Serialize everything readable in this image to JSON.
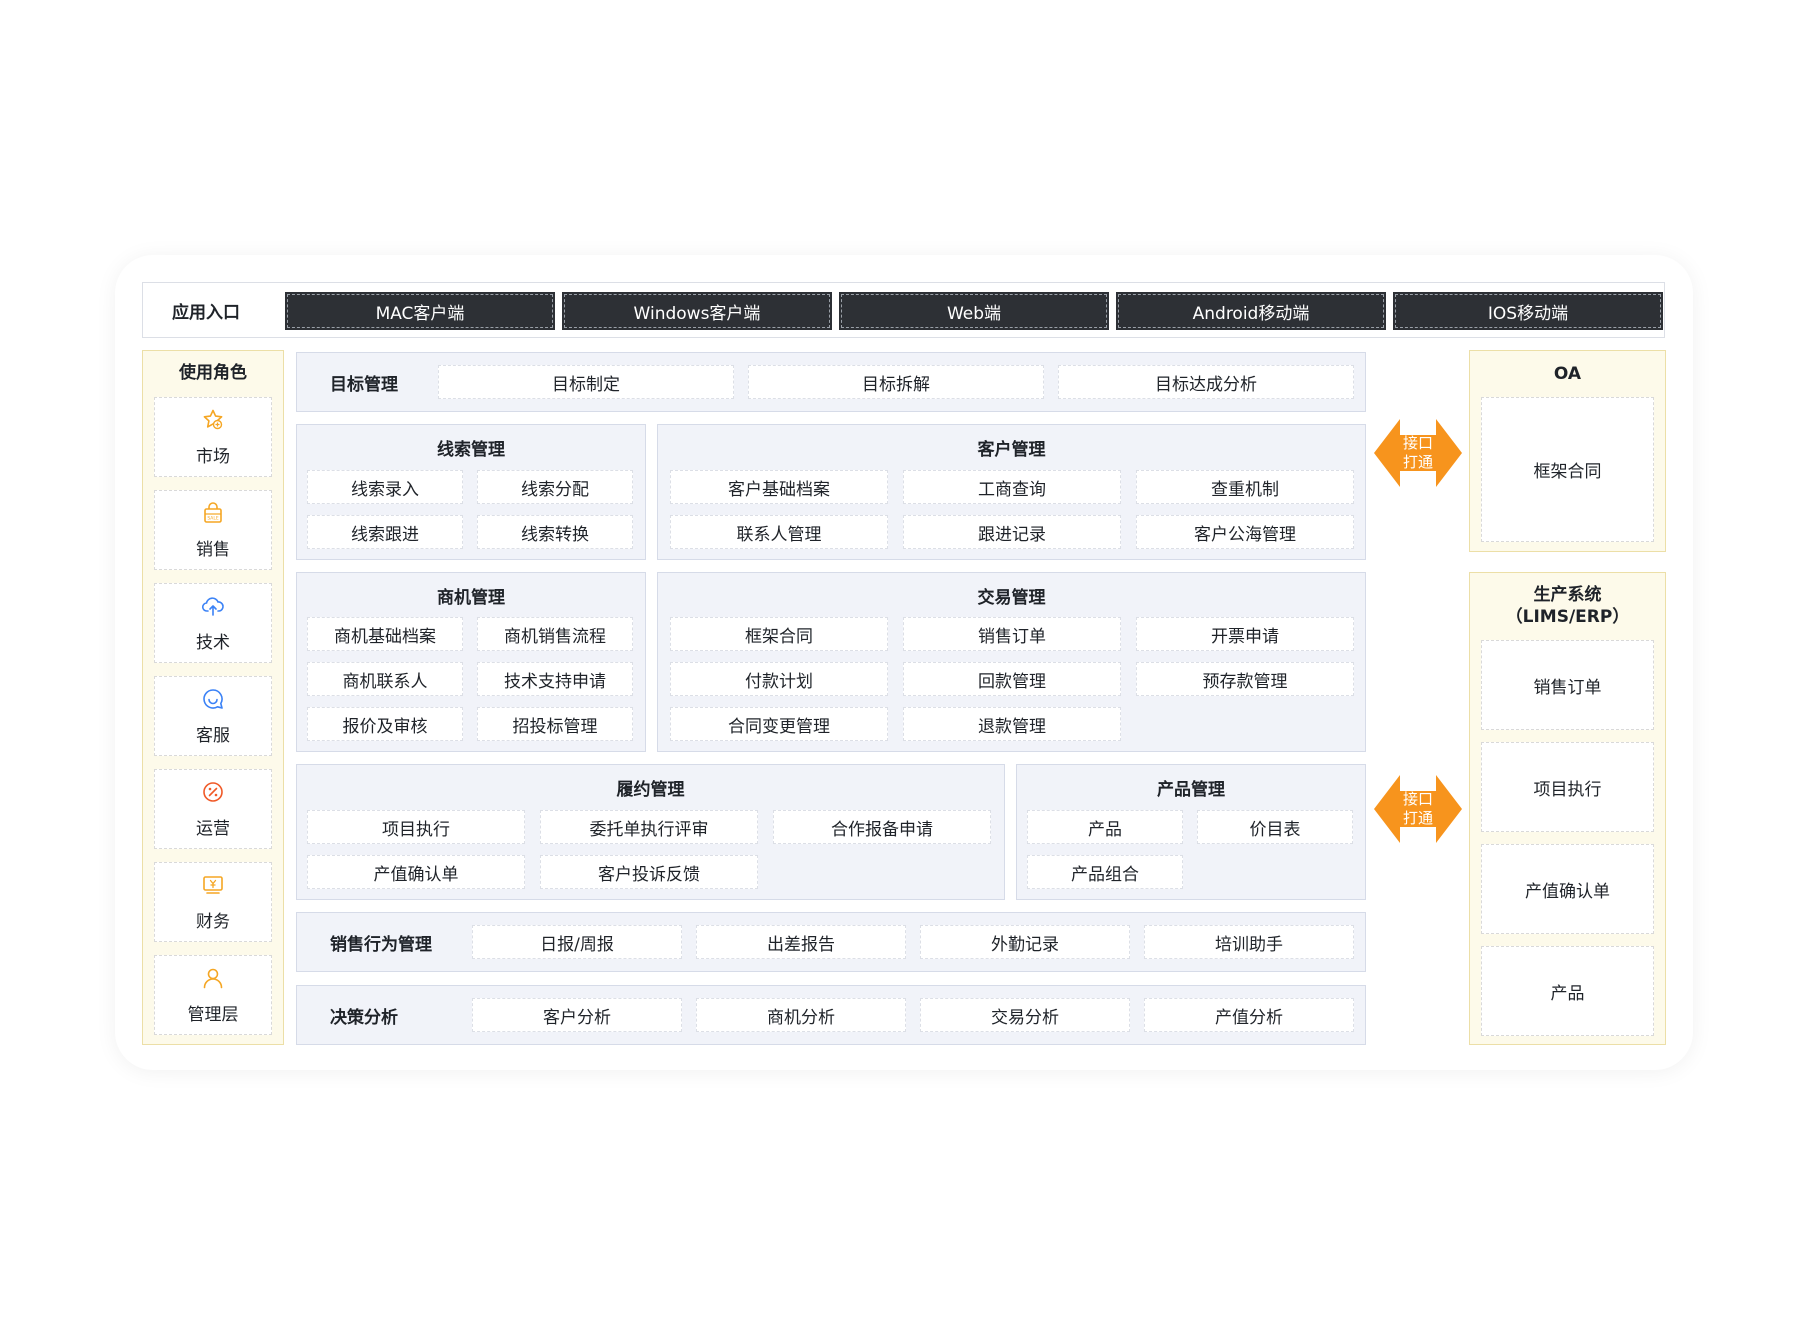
{
  "entry": {
    "label": "应用入口",
    "clients": [
      "MAC客户端",
      "Windows客户端",
      "Web端",
      "Android移动端",
      "IOS移动端"
    ]
  },
  "roles": {
    "title": "使用角色",
    "items": [
      {
        "label": "市场",
        "icon": "star-icon",
        "color": "#f5a623"
      },
      {
        "label": "销售",
        "icon": "sale-bag-icon",
        "color": "#f5a623"
      },
      {
        "label": "技术",
        "icon": "cloud-upload-icon",
        "color": "#3b82f6"
      },
      {
        "label": "客服",
        "icon": "chat-smile-icon",
        "color": "#3b82f6"
      },
      {
        "label": "运营",
        "icon": "percent-icon",
        "color": "#f05a28"
      },
      {
        "label": "财务",
        "icon": "finance-screen-icon",
        "color": "#f5a623"
      },
      {
        "label": "管理层",
        "icon": "person-icon",
        "color": "#f5a623"
      }
    ]
  },
  "modules": {
    "goal": {
      "title": "目标管理",
      "items": [
        "目标制定",
        "目标拆解",
        "目标达成分析"
      ]
    },
    "leads": {
      "title": "线索管理",
      "items": [
        "线索录入",
        "线索分配",
        "线索跟进",
        "线索转换"
      ]
    },
    "customer": {
      "title": "客户管理",
      "items": [
        "客户基础档案",
        "工商查询",
        "查重机制",
        "联系人管理",
        "跟进记录",
        "客户公海管理"
      ]
    },
    "opportunity": {
      "title": "商机管理",
      "items": [
        "商机基础档案",
        "商机销售流程",
        "商机联系人",
        "技术支持申请",
        "报价及审核",
        "招投标管理"
      ]
    },
    "deal": {
      "title": "交易管理",
      "items": [
        "框架合同",
        "销售订单",
        "开票申请",
        "付款计划",
        "回款管理",
        "预存款管理",
        "合同变更管理",
        "退款管理"
      ]
    },
    "fulfillment": {
      "title": "履约管理",
      "items": [
        "项目执行",
        "委托单执行评审",
        "合作报备申请",
        "产值确认单",
        "客户投诉反馈"
      ]
    },
    "product": {
      "title": "产品管理",
      "items": [
        "产品",
        "价目表",
        "产品组合"
      ]
    },
    "behavior": {
      "title": "销售行为管理",
      "items": [
        "日报/周报",
        "出差报告",
        "外勤记录",
        "培训助手"
      ]
    },
    "decision": {
      "title": "决策分析",
      "items": [
        "客户分析",
        "商机分析",
        "交易分析",
        "产值分析"
      ]
    }
  },
  "connectors": [
    {
      "line1": "接口",
      "line2": "打通"
    },
    {
      "line1": "接口",
      "line2": "打通"
    }
  ],
  "oa": {
    "title": "OA",
    "items": [
      "框架合同"
    ]
  },
  "production": {
    "title_line1": "生产系统",
    "title_line2": "（LIMS/ERP）",
    "items": [
      "销售订单",
      "项目执行",
      "产值确认单",
      "产品"
    ]
  },
  "colors": {
    "accent": "#f7941d",
    "dark_button": "#2d3035",
    "panel_bg": "#f1f3f9",
    "role_bg": "#fdfaea"
  }
}
